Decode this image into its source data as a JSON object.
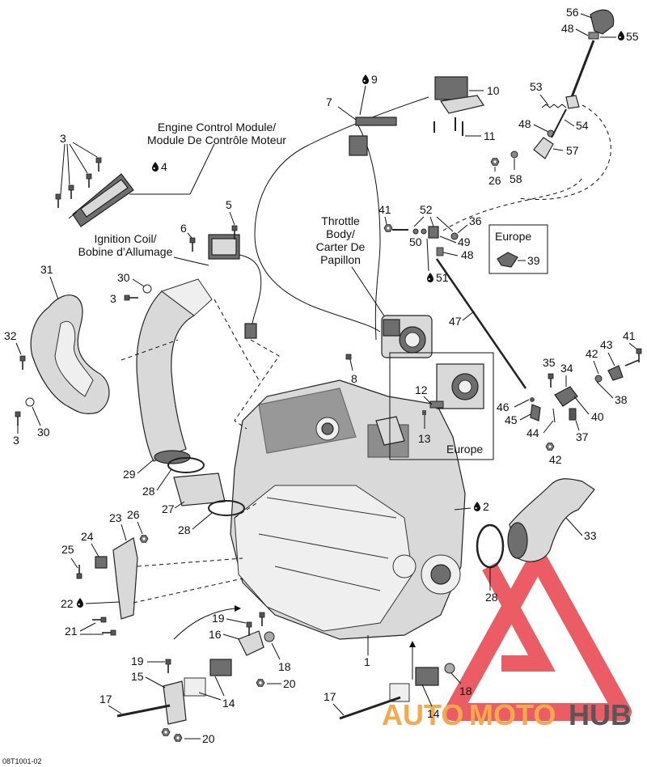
{
  "diagram_code": "08T1001-02",
  "captions": {
    "ecm": [
      "Engine Control Module/",
      "Module De Contrôle Moteur"
    ],
    "ignition": [
      "Ignition Coil/",
      "Bobine d’Allumage"
    ],
    "throttle": [
      "Throttle",
      "Body/",
      "Carter De",
      "Papillon"
    ],
    "europe_box1": "Europe",
    "europe_box2": "Europe"
  },
  "callouts": {
    "c1": "1",
    "c2": "2",
    "c3a": "3",
    "c3b": "3",
    "c3c": "3",
    "c4": "4",
    "c5": "5",
    "c6": "6",
    "c7": "7",
    "c8": "8",
    "c9": "9",
    "c10": "10",
    "c11": "11",
    "c12": "12",
    "c13": "13",
    "c14a": "14",
    "c14b": "14",
    "c15": "15",
    "c16": "16",
    "c17a": "17",
    "c17b": "17",
    "c18a": "18",
    "c18b": "18",
    "c19a": "19",
    "c19b": "19",
    "c20a": "20",
    "c20b": "20",
    "c21": "21",
    "c22": "22",
    "c23": "23",
    "c24": "24",
    "c25": "25",
    "c26a": "26",
    "c26b": "26",
    "c27": "27",
    "c28a": "28",
    "c28b": "28",
    "c28c": "28",
    "c29": "29",
    "c30a": "30",
    "c30b": "30",
    "c31": "31",
    "c32": "32",
    "c33": "33",
    "c34": "34",
    "c35": "35",
    "c36": "36",
    "c37": "37",
    "c38": "38",
    "c39": "39",
    "c40": "40",
    "c41a": "41",
    "c41b": "41",
    "c42a": "42",
    "c42b": "42",
    "c43": "43",
    "c44": "44",
    "c45": "45",
    "c46": "46",
    "c47": "47",
    "c48a": "48",
    "c48b": "48",
    "c48c": "48",
    "c49": "49",
    "c50": "50",
    "c51": "51",
    "c52": "52",
    "c53": "53",
    "c54": "54",
    "c55": "55",
    "c56": "56",
    "c57": "57",
    "c58": "58"
  },
  "watermark": {
    "text_a": "AUTO",
    "text_b": "MOTO",
    "text_c": "HUB",
    "color_red": "#e8404b",
    "color_orange": "#f39c2b",
    "color_dark": "#3a3a3a"
  },
  "icons": {
    "drop": "thread-locker-drop-icon"
  }
}
